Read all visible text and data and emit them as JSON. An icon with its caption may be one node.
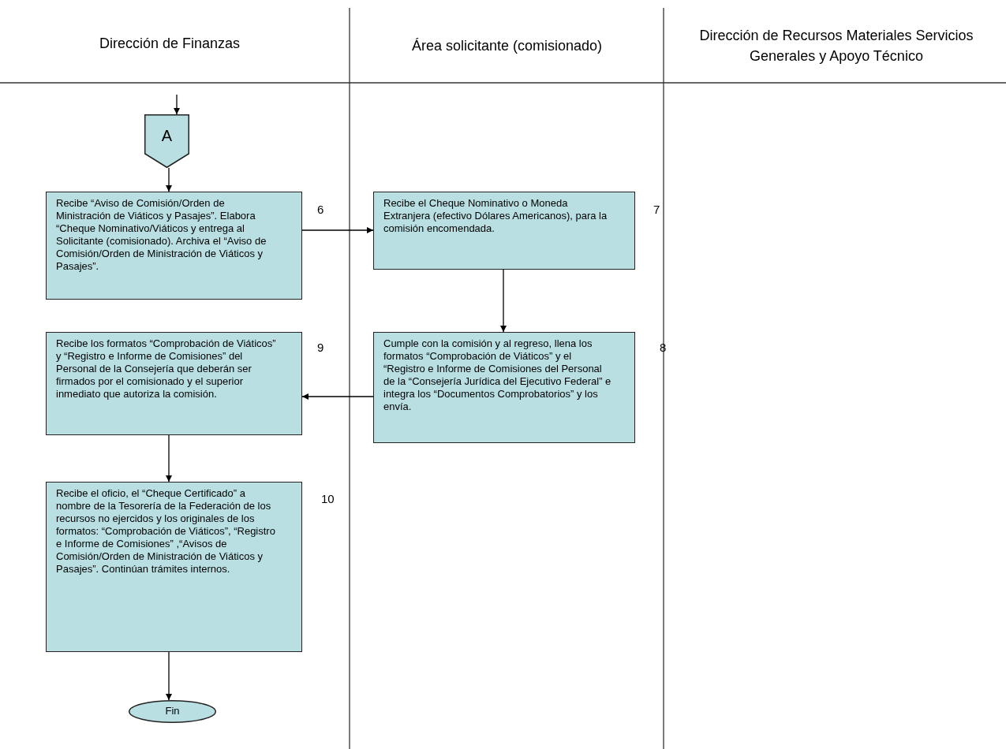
{
  "diagram": {
    "nodes": [
      {
        "text": [
          "A"
        ]
      },
      {
        "text": [
          "Recibe “Aviso de Comisión/Orden de Ministración de Viáticos y Pasajes”. Elabora “Cheque Nominativo/Viáticos y entrega al Solicitante (comisionado). Archiva el “Aviso de Comisión/Orden de Ministración de Viáticos y Pasajes”."
        ],
        "beside": [
          "6"
        ]
      },
      {
        "text": [
          "Recibe el Cheque Nominativo o Moneda Extranjera (efectivo Dólares Americanos), para la comisión encomendada."
        ],
        "beside": [
          "7"
        ]
      },
      {
        "text": [
          "Cumple con la comisión  y al regreso, llena los formatos “Comprobación de Viáticos”  y el “Registro e Informe de Comisiones del Personal de la “Consejería Jurídica del Ejecutivo Federal” e integra los “Documentos Comprobatorios” y los envía."
        ],
        "beside": [
          "8"
        ]
      },
      {
        "text": [
          "Recibe los formatos “Comprobación de Viáticos” y “Registro e Informe de Comisiones” del Personal de la Consejería que deberán ser firmados por el comisionado y el superior inmediato que autoriza la comisión."
        ],
        "beside": [
          "9"
        ]
      },
      {
        "text": [
          "Recibe el oficio, el “Cheque Certificado” a nombre de la Tesorería de la Federación de los recursos no ejercidos y los originales de los formatos: “Comprobación de Viáticos”,  “Registro e Informe de Comisiones” ,“Avisos de Comisión/Orden de Ministración de Viáticos y Pasajes”.  Continúan trámites internos."
        ],
        "beside": [
          "10"
        ]
      },
      {
        "text": [
          "Fin"
        ]
      }
    ],
    "edges": [
      {
        "from": null,
        "to": 0,
        "arrow": "to"
      },
      {
        "from": 0,
        "to": 1,
        "arrow": "to"
      },
      {
        "from": 1,
        "to": 2,
        "arrow": "to"
      },
      {
        "from": 2,
        "to": 3,
        "arrow": "to"
      },
      {
        "from": 3,
        "to": 4,
        "arrow": "to"
      },
      {
        "from": 4,
        "to": 5,
        "arrow": "to"
      },
      {
        "from": 5,
        "to": 6,
        "arrow": "to"
      }
    ],
    "labels": [
      "Dirección de Finanzas",
      "Área solicitante (comisionado)",
      "Dirección de Recursos Materiales Servicios Generales y Apoyo Técnico"
    ]
  }
}
